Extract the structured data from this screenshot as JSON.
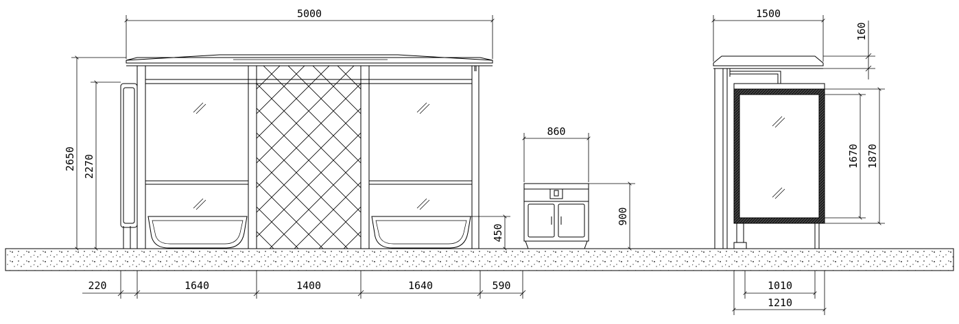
{
  "front_view": {
    "overall_width": "5000",
    "height_total": "2650",
    "height_frame": "2270",
    "bench_height": "450",
    "seg_left_post": "220",
    "seg_panel_left": "1640",
    "seg_center": "1400",
    "seg_panel_right": "1640",
    "seg_right_gap": "590"
  },
  "bin_view": {
    "width": "860",
    "height": "900"
  },
  "side_view": {
    "overall_width": "1500",
    "roof_height": "160",
    "panel_height_inner": "1670",
    "panel_height_outer": "1870",
    "base_inner": "1010",
    "base_outer": "1210"
  }
}
